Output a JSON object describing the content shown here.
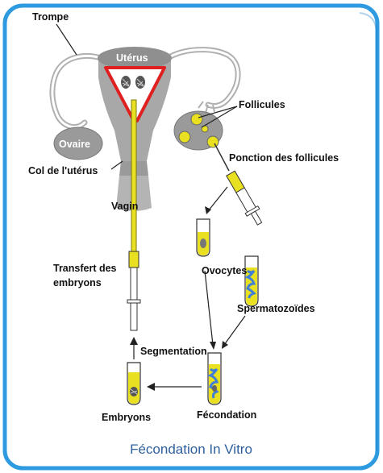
{
  "title": "Fécondation In Vitro",
  "labels": {
    "trompe": "Trompe",
    "uterus": "Utérus",
    "ovaire": "Ovaire",
    "col": "Col de l'utérus",
    "vagin": "Vagin",
    "follicules": "Follicules",
    "ponction": "Ponction des follicules",
    "ovocytes": "Ovocytes",
    "spermatozoides": "Spermatozoïdes",
    "transfert_line1": "Transfert des",
    "transfert_line2": "embryons",
    "segmentation": "Segmentation",
    "embryons": "Embryons",
    "fecondation": "Fécondation"
  },
  "colors": {
    "frame_border": "#2e9be0",
    "caption": "#2e5f9e",
    "organ_gray": "#a8a8a8",
    "uterus_outline": "#e02020",
    "culture_yellow": "#e8e020",
    "sperm_blue": "#3f7fd6"
  }
}
